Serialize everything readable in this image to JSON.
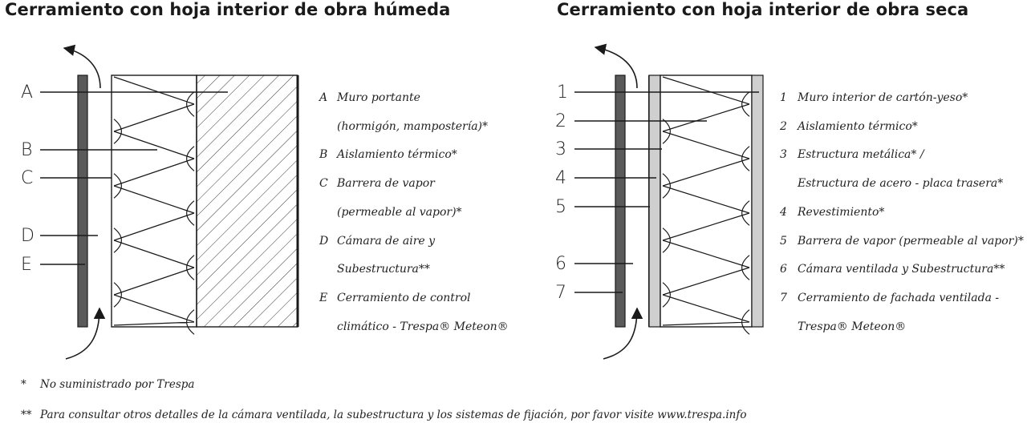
{
  "titles": {
    "left": "Cerramiento con hoja interior de obra húmeda",
    "right": "Cerramiento con hoja interior de obra seca"
  },
  "left": {
    "codes": [
      "A",
      "B",
      "C",
      "D",
      "E"
    ],
    "legend": [
      {
        "key": "A",
        "text": "Muro portante"
      },
      {
        "key": "",
        "text": "(hormigón, mampostería)*"
      },
      {
        "key": "B",
        "text": "Aislamiento térmico*"
      },
      {
        "key": "C",
        "text": "Barrera de vapor"
      },
      {
        "key": "",
        "text": "(permeable al vapor)*"
      },
      {
        "key": "D",
        "text": "Cámara de aire y"
      },
      {
        "key": "",
        "text": "Subestructura**"
      },
      {
        "key": "E",
        "text": "Cerramiento de control"
      },
      {
        "key": "",
        "text": "climático - Trespa® Meteon®"
      }
    ]
  },
  "right": {
    "codes": [
      "1",
      "2",
      "3",
      "4",
      "5",
      "6",
      "7"
    ],
    "legend": [
      {
        "key": "1",
        "text": "Muro interior de cartón-yeso*"
      },
      {
        "key": "2",
        "text": "Aislamiento térmico*"
      },
      {
        "key": "3",
        "text": "Estructura metálica* /"
      },
      {
        "key": "",
        "text": "Estructura de acero - placa trasera*"
      },
      {
        "key": "4",
        "text": "Revestimiento*"
      },
      {
        "key": "5",
        "text": "Barrera de vapor (permeable al vapor)*"
      },
      {
        "key": "6",
        "text": "Cámara ventilada y Subestructura**"
      },
      {
        "key": "7",
        "text": "Cerramiento de fachada ventilada -"
      },
      {
        "key": "",
        "text": "Trespa® Meteon®"
      }
    ]
  },
  "footnotes": [
    {
      "mark": "*",
      "text": "No suministrado por Trespa"
    },
    {
      "mark": "**",
      "text": "Para consultar otros detalles de la cámara ventilada, la subestructura y los sistemas de fijación, por favor visite www.trespa.info"
    }
  ],
  "colors": {
    "ink": "#1a1a1a",
    "panel": "#5a5a5a",
    "board": "#cfcfcf"
  }
}
